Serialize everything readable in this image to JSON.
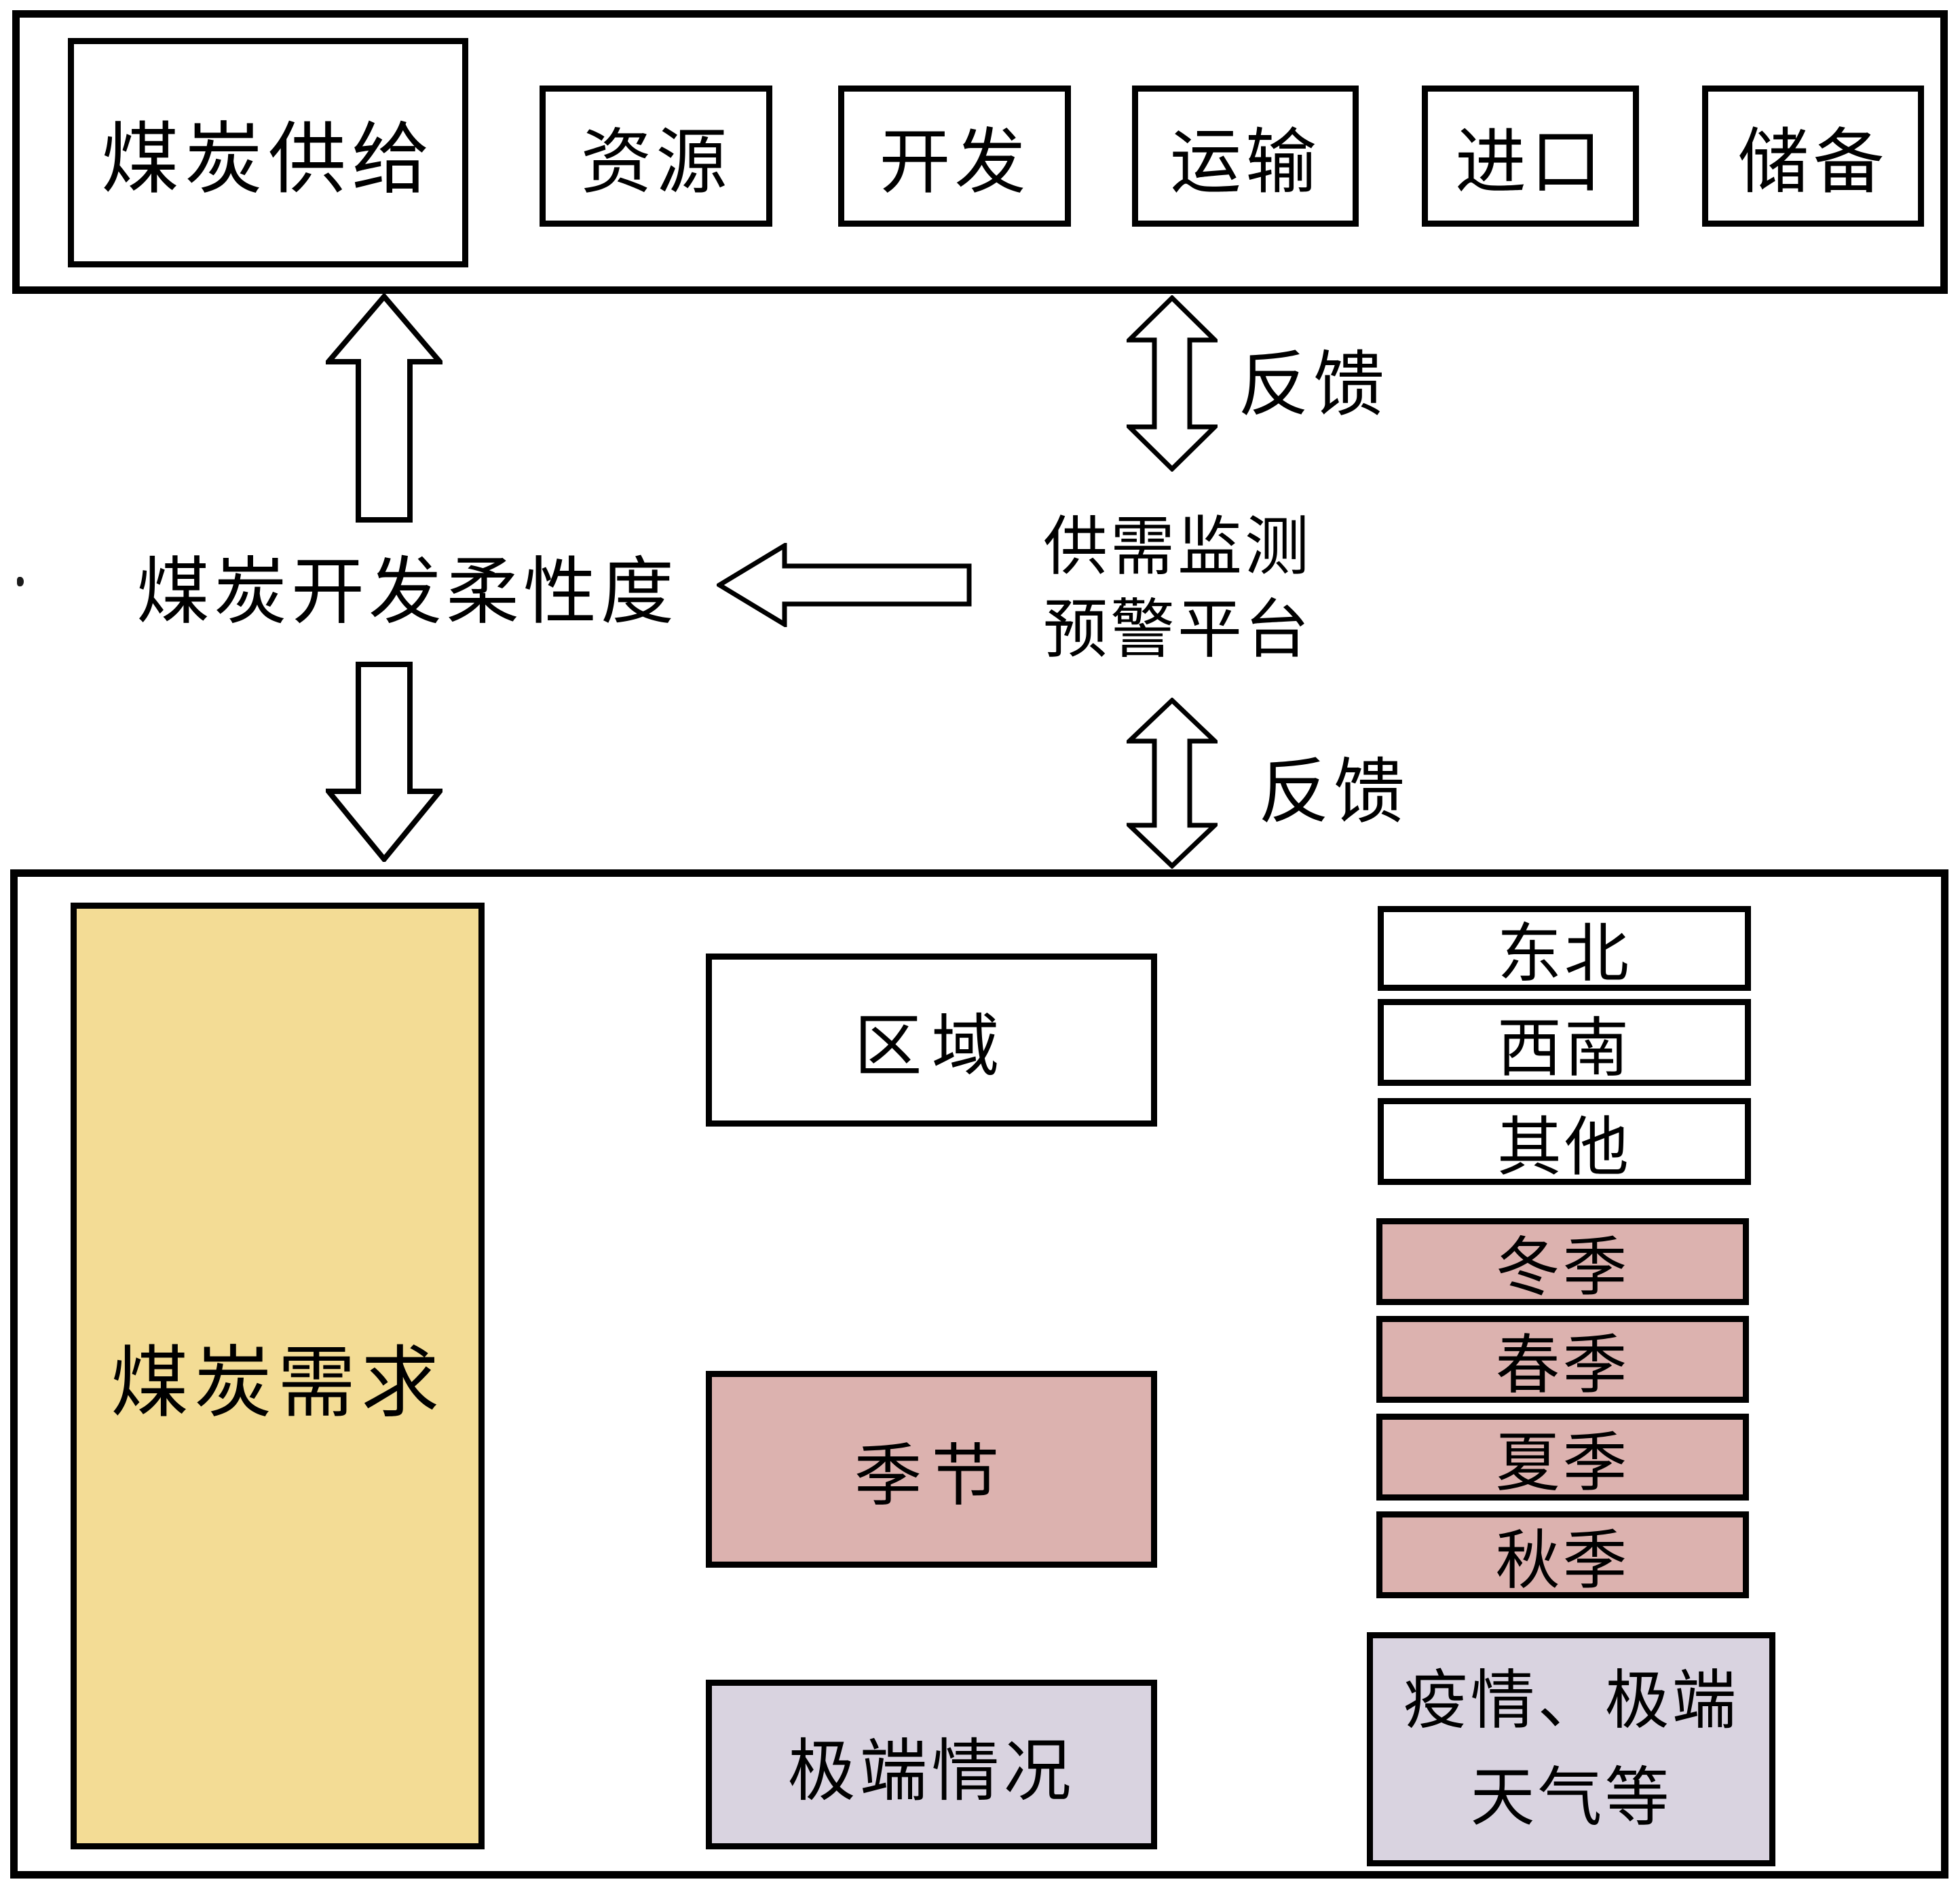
{
  "colors": {
    "background": "#FFFFFF",
    "border": "#000000",
    "demand_fill": "#F3DC95",
    "season_fill": "#DCB2AF",
    "extreme_fill": "#D9D3E0"
  },
  "supply": {
    "main": "煤炭供给",
    "factors": [
      "资源",
      "开发",
      "运输",
      "进口",
      "储备"
    ]
  },
  "middle": {
    "flexibility": "煤炭开发柔性度",
    "platform_line1": "供需监测",
    "platform_line2": "预警平台",
    "feedback_top": "反馈",
    "feedback_bottom": "反馈"
  },
  "demand": {
    "main": "煤炭需求",
    "region": "区域",
    "regions": [
      "东北",
      "西南",
      "其他"
    ],
    "season": "季节",
    "seasons": [
      "冬季",
      "春季",
      "夏季",
      "秋季"
    ],
    "extreme": "极端情况",
    "extreme_detail_line1": "疫情、极端",
    "extreme_detail_line2": "天气等"
  }
}
